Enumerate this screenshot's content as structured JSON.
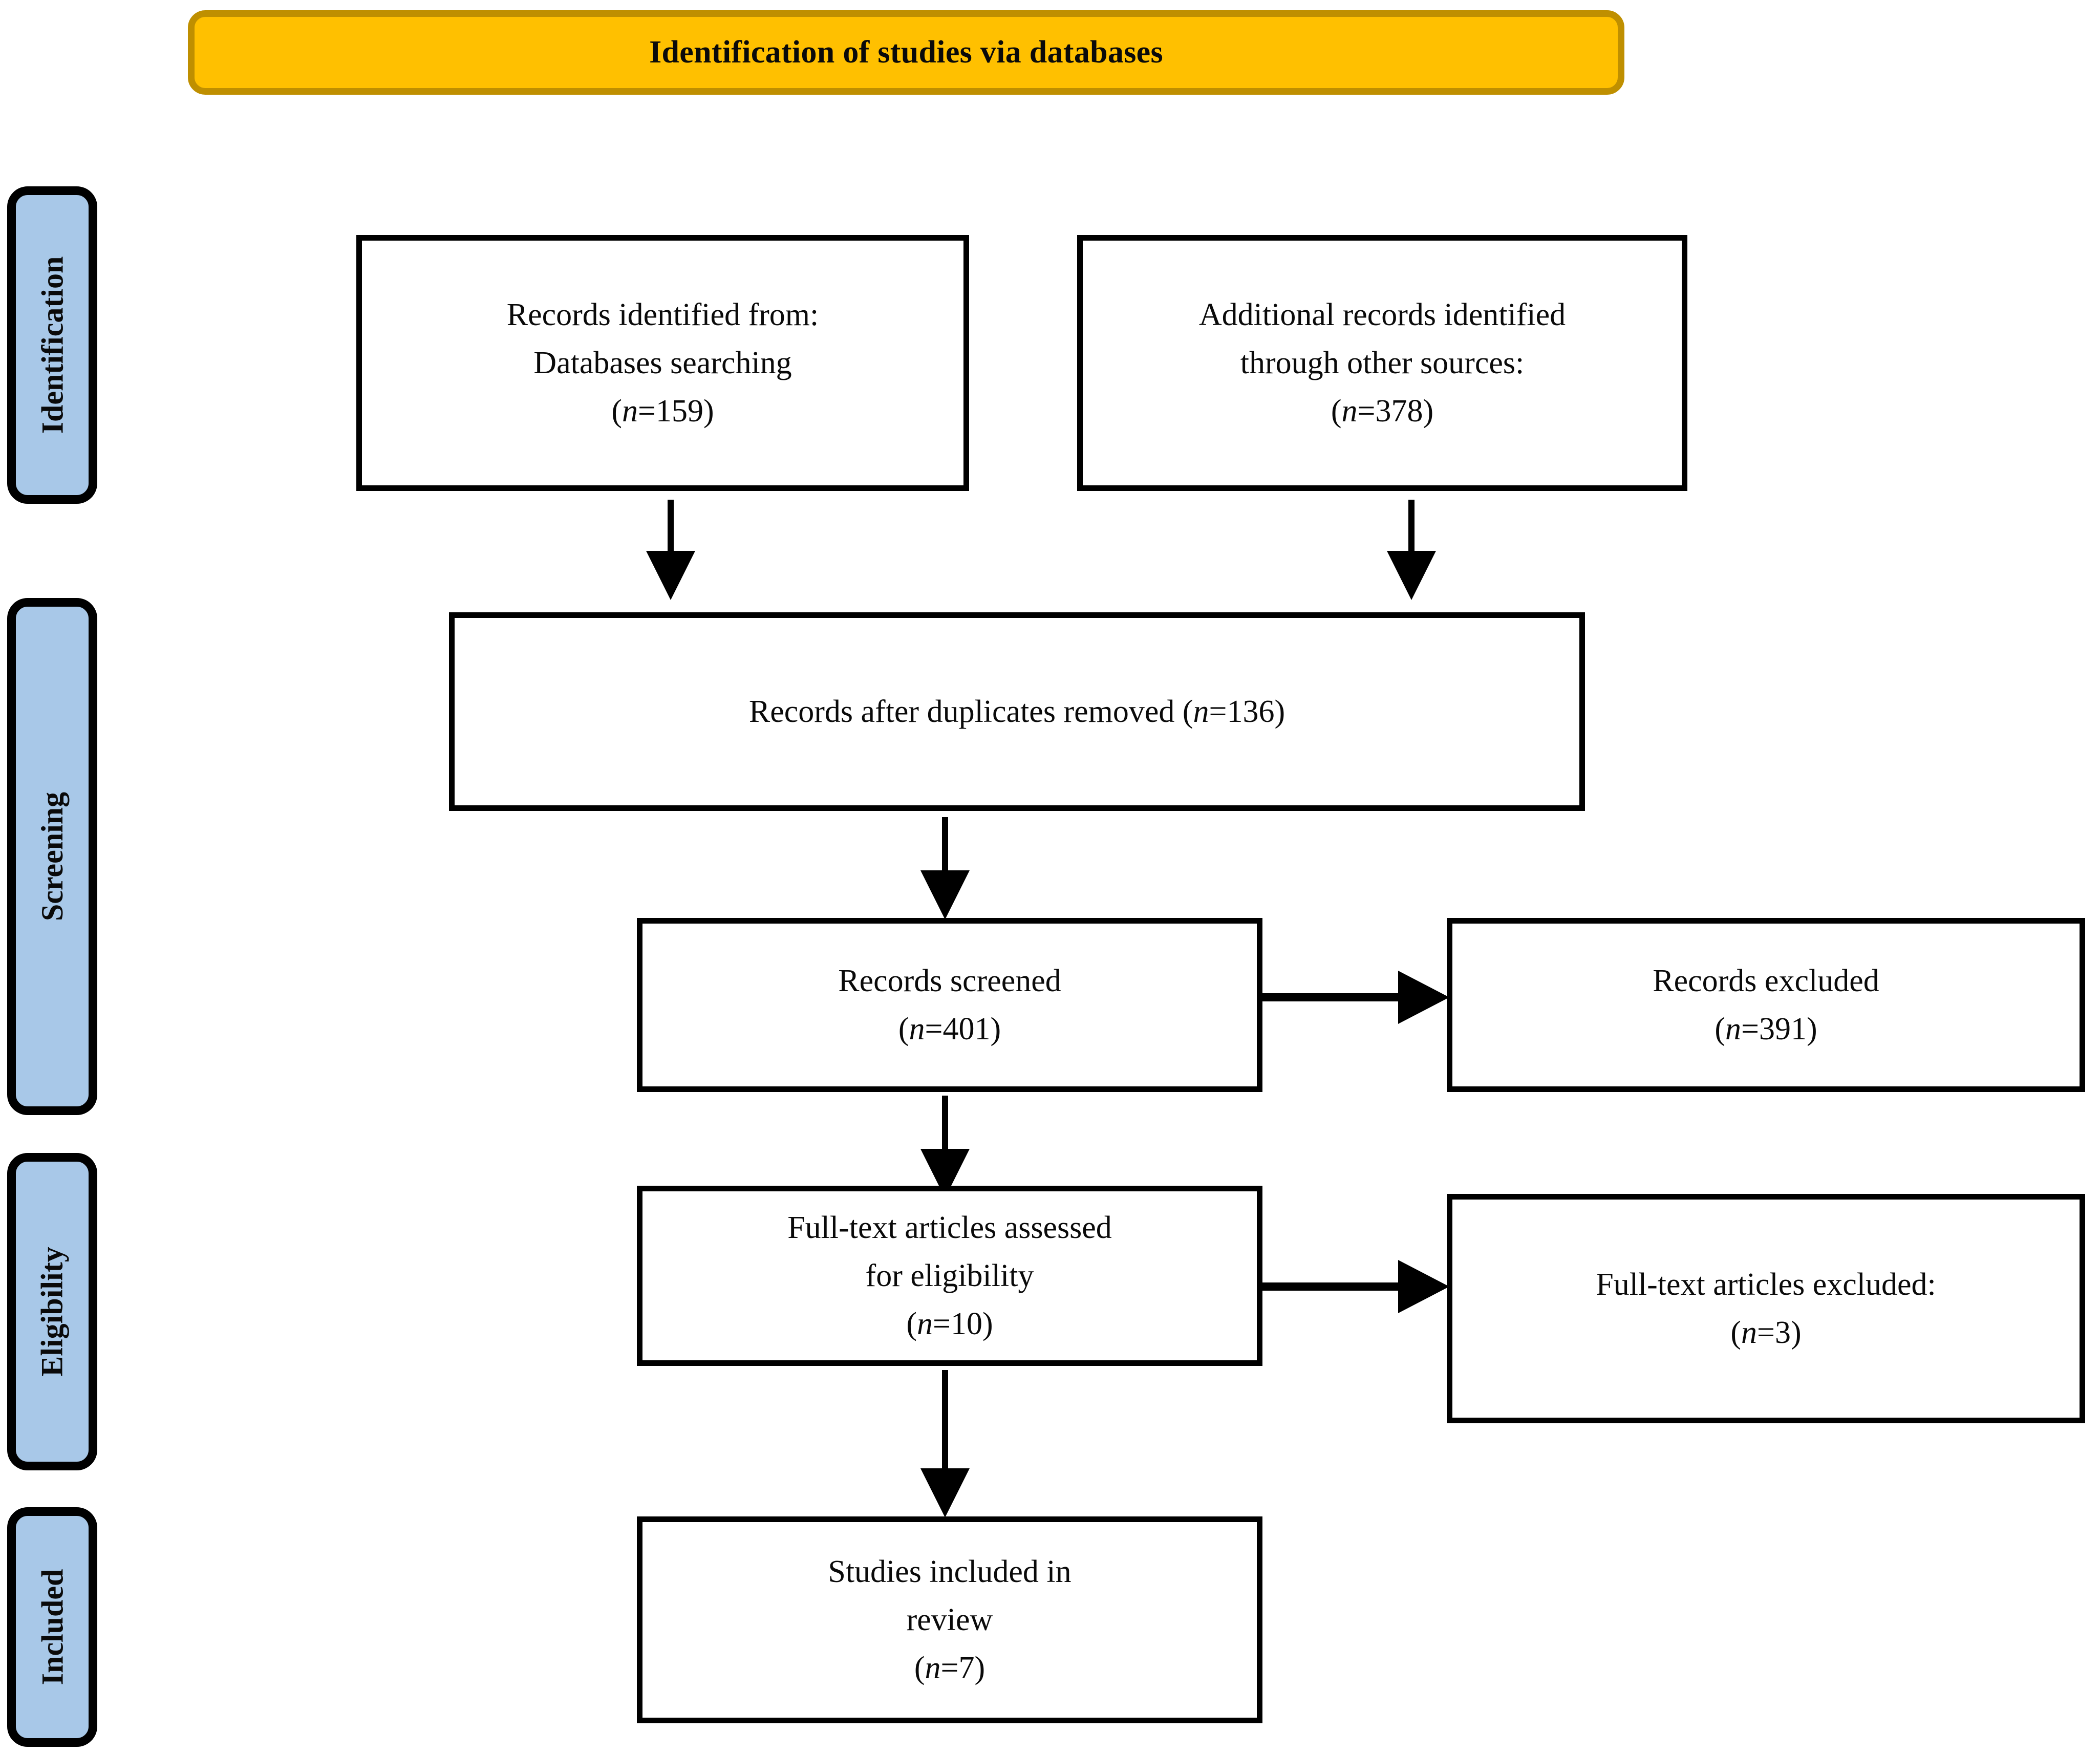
{
  "banner": {
    "title": "Identification of studies via databases",
    "fill_color": "#FFC000",
    "border_color": "#BF8F00"
  },
  "stages": [
    {
      "label": "Identification",
      "fill_color": "#A8C8E8"
    },
    {
      "label": "Screening",
      "fill_color": "#A8C8E8"
    },
    {
      "label": "Eligibility",
      "fill_color": "#A8C8E8"
    },
    {
      "label": "Included",
      "fill_color": "#A8C8E8"
    }
  ],
  "boxes": {
    "records_identified": {
      "line1": "Records identified from:",
      "line2": "Databases searching",
      "n_prefix": "(",
      "n_symbol": "n",
      "n_value": "=159)"
    },
    "additional_records": {
      "line1": "Additional records identified",
      "line2": "through other sources:",
      "n_prefix": "(",
      "n_symbol": "n",
      "n_value": "=378)"
    },
    "duplicates_removed": {
      "line1_pre": "Records after duplicates removed (",
      "n_symbol": "n",
      "line1_post": "=136)"
    },
    "records_screened": {
      "line1": "Records screened",
      "n_prefix": "(",
      "n_symbol": "n",
      "n_value": "=401)"
    },
    "records_excluded": {
      "line1": "Records excluded",
      "n_prefix": "(",
      "n_symbol": "n",
      "n_value": "=391)"
    },
    "fulltext_assessed": {
      "line1": "Full-text articles assessed",
      "line2": "for eligibility",
      "n_prefix": "(",
      "n_symbol": "n",
      "n_value": "=10)"
    },
    "fulltext_excluded": {
      "line1": "Full-text articles excluded:",
      "n_prefix": "(",
      "n_symbol": "n",
      "n_value": "=3)"
    },
    "studies_included": {
      "line1": "Studies included in",
      "line2": "review",
      "n_prefix": "(",
      "n_symbol": "n",
      "n_value": "=7)"
    }
  },
  "chart_data": {
    "type": "diagram",
    "title": "Identification of studies via databases",
    "diagram_kind": "PRISMA flow diagram",
    "stages": [
      "Identification",
      "Screening",
      "Eligibility",
      "Included"
    ],
    "nodes": [
      {
        "id": "records_identified",
        "stage": "Identification",
        "text": "Records identified from: Databases searching",
        "n": 159
      },
      {
        "id": "additional_records",
        "stage": "Identification",
        "text": "Additional records identified through other sources:",
        "n": 378
      },
      {
        "id": "duplicates_removed",
        "stage": "Screening",
        "text": "Records after duplicates removed",
        "n": 136
      },
      {
        "id": "records_screened",
        "stage": "Screening",
        "text": "Records screened",
        "n": 401
      },
      {
        "id": "records_excluded",
        "stage": "Screening",
        "text": "Records excluded",
        "n": 391
      },
      {
        "id": "fulltext_assessed",
        "stage": "Eligibility",
        "text": "Full-text articles assessed for eligibility",
        "n": 10
      },
      {
        "id": "fulltext_excluded",
        "stage": "Eligibility",
        "text": "Full-text articles excluded:",
        "n": 3
      },
      {
        "id": "studies_included",
        "stage": "Included",
        "text": "Studies included in review",
        "n": 7
      }
    ],
    "edges": [
      {
        "from": "records_identified",
        "to": "duplicates_removed",
        "direction": "down"
      },
      {
        "from": "additional_records",
        "to": "duplicates_removed",
        "direction": "down"
      },
      {
        "from": "duplicates_removed",
        "to": "records_screened",
        "direction": "down"
      },
      {
        "from": "records_screened",
        "to": "records_excluded",
        "direction": "right"
      },
      {
        "from": "records_screened",
        "to": "fulltext_assessed",
        "direction": "down"
      },
      {
        "from": "fulltext_assessed",
        "to": "fulltext_excluded",
        "direction": "right"
      },
      {
        "from": "fulltext_assessed",
        "to": "studies_included",
        "direction": "down"
      }
    ]
  }
}
